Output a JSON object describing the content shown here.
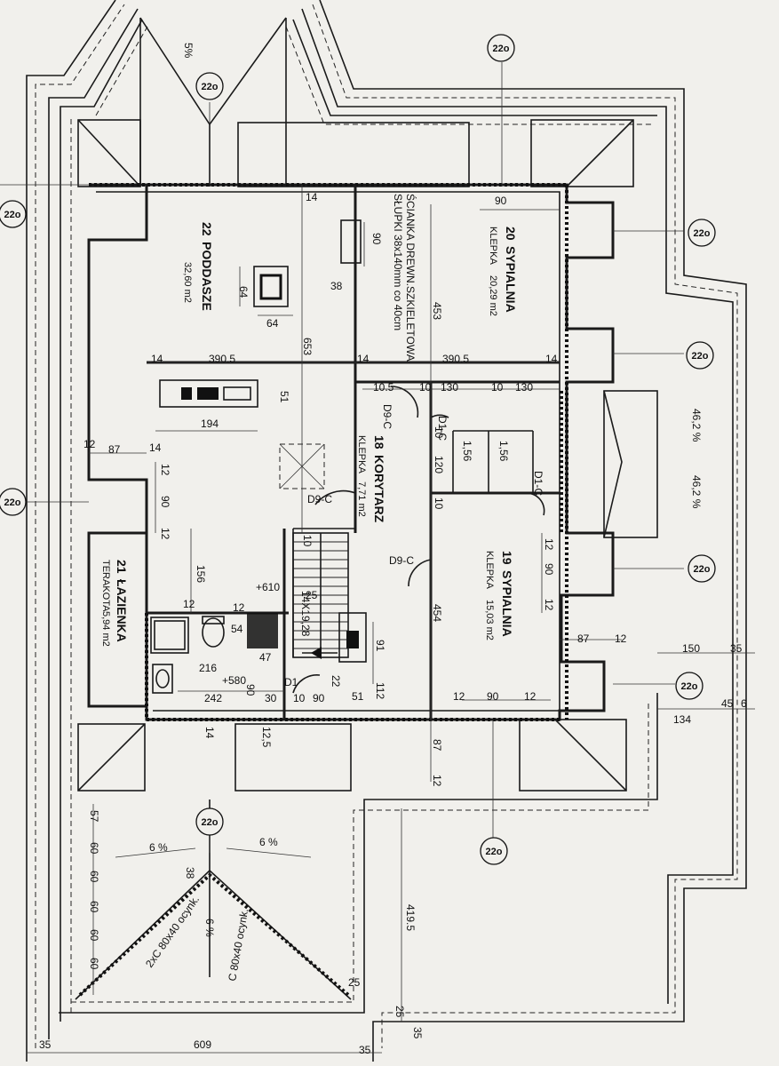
{
  "rooms": [
    {
      "number": "22",
      "name": "PODDASZE",
      "finish": "",
      "area": "32,60 m2"
    },
    {
      "number": "20",
      "name": "SYPIALNIA",
      "finish": "KLEPKA",
      "area": "20,29 m2"
    },
    {
      "number": "18",
      "name": "KORYTARZ",
      "finish": "KLEPKA",
      "area": "7,71 m2"
    },
    {
      "number": "19",
      "name": "SYPIALNIA",
      "finish": "KLEPKA",
      "area": "15,03 m2"
    },
    {
      "number": "21",
      "name": "ŁAZIENKA",
      "finish": "TERAKOTA",
      "area": "5,94 m2"
    }
  ],
  "notes": {
    "partition_line1": "ŚCIANKA DREWN.SZKIELETOWA",
    "partition_line2": "SŁUPKI 38x140mm co 40cm",
    "stairs": "14X19,28",
    "level": "+610",
    "level_lower": "+580",
    "rafter1": "2xC 80x40 ocynk.",
    "rafter2": "C 80x40 ocynk."
  },
  "section_tag": "22o",
  "slopes": [
    "5%",
    "6 %",
    "6 %",
    "6 %",
    "46,2 %",
    "46,2 %"
  ],
  "doors": [
    "D9-C",
    "D9-C",
    "D9-C",
    "D1-C",
    "D1-C",
    "D1"
  ],
  "wardrobes": [
    "1,56",
    "1,56"
  ],
  "dimensions": {
    "d1": "14",
    "d2": "90",
    "d3": "90",
    "d4": "38",
    "d5": "453",
    "d6": "653",
    "d7": "64",
    "d8": "64",
    "d9": "14",
    "d10": "390.5",
    "d11": "14",
    "d12": "390.5",
    "d13": "14",
    "d14": "10.5",
    "d15": "10",
    "d16": "130",
    "d17": "10",
    "d18": "130",
    "d19": "51",
    "d20": "194",
    "d21": "12",
    "d22": "87",
    "d23": "14",
    "d24": "12",
    "d25": "90",
    "d26": "12",
    "d27": "120",
    "d28": "10",
    "d29": "10",
    "d30": "10",
    "d31": "12",
    "d32": "90",
    "d33": "12",
    "d34": "156",
    "d35": "25",
    "d36": "454",
    "d37": "12",
    "d38": "54",
    "d39": "12",
    "d40": "47",
    "d41": "91",
    "d42": "216",
    "d43": "90",
    "d44": "242",
    "d45": "30",
    "d46": "10",
    "d47": "90",
    "d48": "22",
    "d49": "51",
    "d50": "112",
    "d51": "87",
    "d52": "12",
    "d53": "12",
    "d54": "90",
    "d55": "12",
    "d56": "14",
    "d57": "12,5",
    "d58": "87",
    "d59": "12",
    "d60": "150",
    "d61": "35",
    "d62": "45",
    "d63": "6",
    "d64": "134",
    "d65": "57",
    "d66": "60",
    "d67": "60",
    "d68": "60",
    "d69": "60",
    "d70": "60",
    "d71": "38",
    "d72": "419.5",
    "d73": "25",
    "d74": "25",
    "d75": "35",
    "d76": "35",
    "d77": "609",
    "d78": "35"
  }
}
